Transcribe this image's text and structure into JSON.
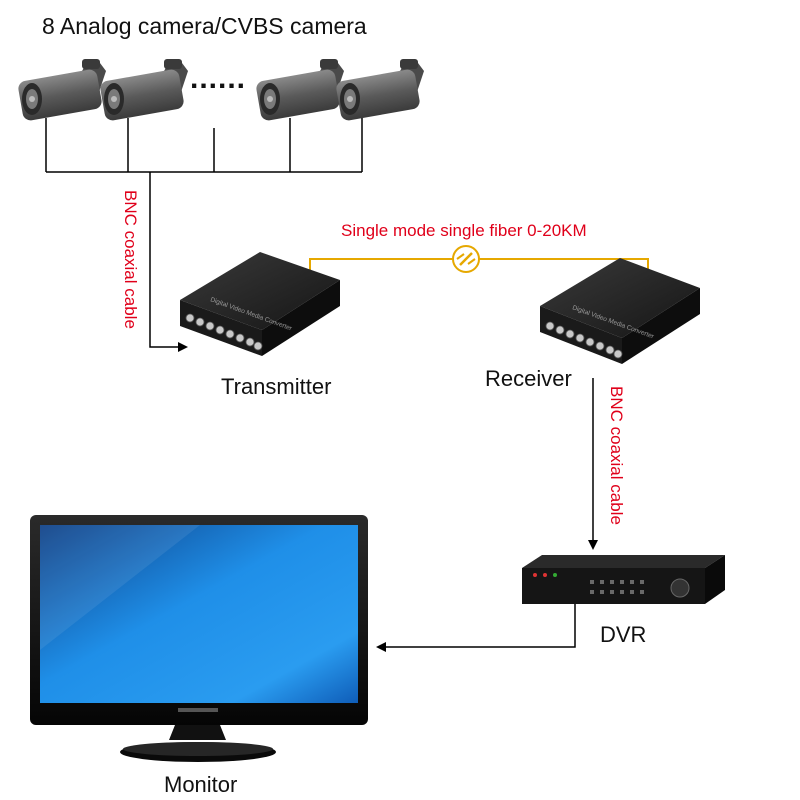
{
  "title": "8 Analog camera/CVBS camera",
  "labels": {
    "bnc_left": "BNC coaxial cable",
    "bnc_right": "BNC coaxial cable",
    "fiber": "Single mode single fiber 0-20KM",
    "transmitter": "Transmitter",
    "receiver": "Receiver",
    "dvr": "DVR",
    "monitor": "Monitor",
    "device_face_text": "Digital Video Media Converter",
    "ellipsis": "......"
  },
  "colors": {
    "cable": "#000000",
    "fiber": "#e6a800",
    "label_red": "#e0001a",
    "screen_top": "#0b4f9e",
    "screen_mid": "#1f8fe8",
    "device_body": "#1a1a1a",
    "camera_body": "#5a5a5a"
  },
  "icons": [
    "camera-icon",
    "fiber-break-icon",
    "bnc-connector-icon",
    "monitor-icon",
    "dvr-icon"
  ]
}
